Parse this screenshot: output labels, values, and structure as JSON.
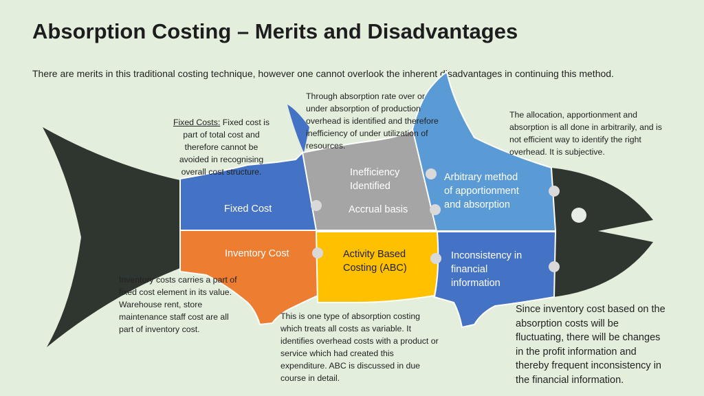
{
  "title": "Absorption Costing – Merits and Disadvantages",
  "subtitle": "There are merits in this traditional costing technique, however one cannot overlook the inherent disadvantages in continuing this method.",
  "segments": {
    "fixed_cost": "Fixed Cost",
    "inefficiency_line1": "Inefficiency",
    "inefficiency_line2": "Identified",
    "accrual_basis": "Accrual basis",
    "arbitrary_line1": "Arbitrary method",
    "arbitrary_line2": "of apportionment",
    "arbitrary_line3": "and absorption",
    "inventory_cost": "Inventory Cost",
    "abc_line1": "Activity Based",
    "abc_line2": "Costing (ABC)",
    "inconsistency_line1": "Inconsistency in",
    "inconsistency_line2": "financial",
    "inconsistency_line3": "information"
  },
  "notes": {
    "fixed_costs_heading": "Fixed Costs:",
    "fixed_costs_line1_rest": " Fixed cost is",
    "fixed_costs_line2": "part of total cost and",
    "fixed_costs_line3": "therefore cannot be",
    "fixed_costs_line4": "avoided in recognising",
    "fixed_costs_line5": "overall cost structure.",
    "absorption_rate_line1": "Through absorption rate over or",
    "absorption_rate_line2": "under absorption of production",
    "absorption_rate_line3": "overhead is identified and therefore",
    "absorption_rate_line4": "inefficiency of under utilization of",
    "absorption_rate_line5": "resources.",
    "allocation_line1": "The allocation, apportionment and",
    "allocation_line2": "absorption is all done in arbitrarily, and is",
    "allocation_line3": "not efficient way to identify the right",
    "allocation_line4": "overhead. It is subjective.",
    "inventory_line1": "Inventory costs carries a part of",
    "inventory_line2": "fixed cost element in its value.",
    "inventory_line3": "Warehouse rent, store",
    "inventory_line4": "maintenance staff cost are all",
    "inventory_line5": "part of inventory cost.",
    "abc_note_line1": "This is one type of absorption costing",
    "abc_note_line2": "which treats all costs as variable. It",
    "abc_note_line3": "identifies overhead costs with a product or",
    "abc_note_line4": "service which had created this",
    "abc_note_line5": "expenditure. ABC is discussed in due",
    "abc_note_line6": "course in detail.",
    "inconsistency_note_line1": "Since inventory cost based on the",
    "inconsistency_note_line2": "absorption costs will be",
    "inconsistency_note_line3": "fluctuating, there will be changes",
    "inconsistency_note_line4": "in the profit information and",
    "inconsistency_note_line5": "thereby frequent inconsistency in",
    "inconsistency_note_line6": "the financial information."
  },
  "colors": {
    "background": "#e3eedc",
    "head_tail": "#2f352f",
    "fixed_cost": "#4472c4",
    "inefficiency": "#a5a5a5",
    "arbitrary": "#5b9bd5",
    "inventory_cost": "#ed7d31",
    "abc": "#ffc000",
    "inconsistency": "#4472c4",
    "connector_dot": "#d9d9d9"
  }
}
